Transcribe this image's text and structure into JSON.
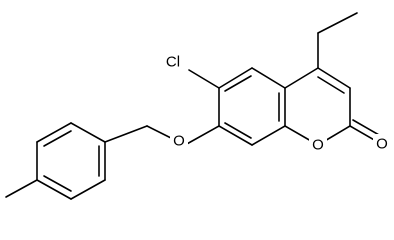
{
  "molecule": {
    "atom_labels": {
      "chlorine": "Cl",
      "ether_oxygen": "O",
      "ring_oxygen": "O",
      "carbonyl_oxygen": "O"
    },
    "colors": {
      "bond": "#000000",
      "label": "#000000",
      "background": "#ffffff"
    }
  }
}
